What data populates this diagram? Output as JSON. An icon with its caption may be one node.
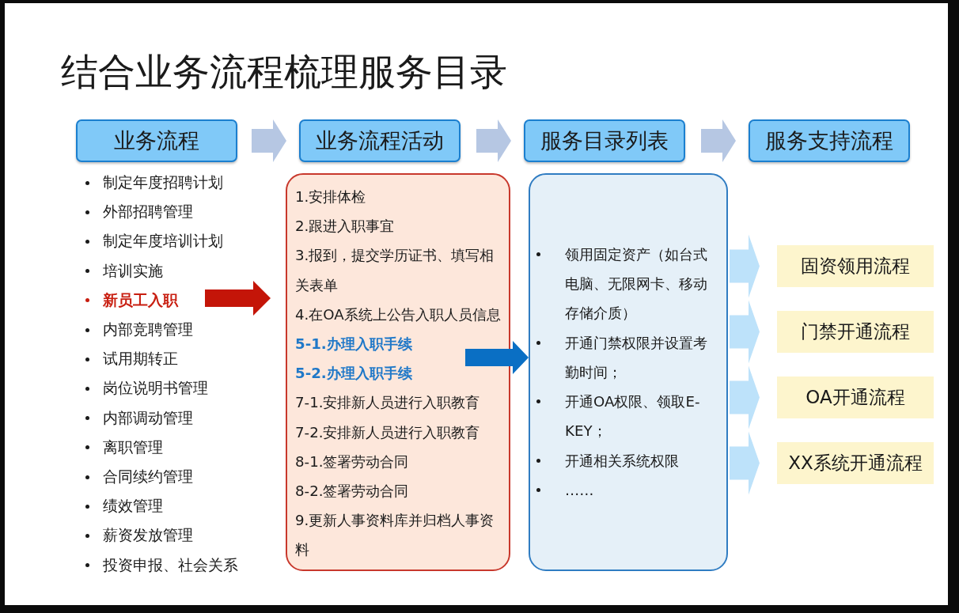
{
  "diagram": {
    "title": "结合业务流程梳理服务目录",
    "nodes": [
      {
        "text": [
          "业务流程"
        ]
      },
      {
        "text": [
          "业务流程活动"
        ]
      },
      {
        "text": [
          "服务目录列表"
        ]
      },
      {
        "text": [
          "服务支持流程"
        ]
      },
      {
        "text": [
          "新员工入职"
        ]
      },
      {
        "text": [
          "1.安排体检",
          "2.跟进入职事宜",
          "3.报到，提交学历证书、填写相关表单",
          "4.在OA系统上公告入职人员信息",
          "5-1.办理入职手续",
          "5-2.办理入职手续",
          "7-1.安排新人员进行入职教育",
          "7-2.安排新人员进行入职教育",
          "8-1.签署劳动合同",
          "8-2.签署劳动合同",
          "9.更新人事资料库并归档人事资料"
        ]
      },
      {
        "text": [
          "领用固定资产（如台式电脑、无限网卡、移动存储介质）",
          "开通门禁权限并设置考勤时间；",
          "开通OA权限、领取E-KEY；",
          "开通相关系统权限",
          "……"
        ]
      },
      {
        "text": [
          "固资领用流程"
        ]
      },
      {
        "text": [
          "门禁开通流程"
        ]
      },
      {
        "text": [
          "OA开通流程"
        ]
      },
      {
        "text": [
          "XX系统开通流程"
        ]
      }
    ],
    "edges": [
      {
        "from": 0,
        "to": 1,
        "arrow": "to",
        "style": "thick",
        "color": "#b6c7e3"
      },
      {
        "from": 1,
        "to": 2,
        "arrow": "to",
        "style": "thick",
        "color": "#b6c7e3"
      },
      {
        "from": 2,
        "to": 3,
        "arrow": "to",
        "style": "thick",
        "color": "#b6c7e3"
      },
      {
        "from": 4,
        "to": 5,
        "arrow": "to",
        "style": "thick",
        "color": "#c41508"
      },
      {
        "from": 5,
        "to": 6,
        "arrow": "to",
        "style": "thick",
        "color": "#0a6fc4"
      },
      {
        "from": 6,
        "to": 7,
        "arrow": "to",
        "style": "thick"
      },
      {
        "from": 6,
        "to": 8,
        "arrow": "to",
        "style": "thick"
      },
      {
        "from": 6,
        "to": 9,
        "arrow": "to",
        "style": "thick"
      },
      {
        "from": 6,
        "to": 10,
        "arrow": "to",
        "style": "thick"
      }
    ],
    "labels": [
      "制定年度招聘计划",
      "外部招聘管理",
      "制定年度培训计划",
      "培训实施",
      "内部竞聘管理",
      "试用期转正",
      "岗位说明书管理",
      "内部调动管理",
      "离职管理",
      "合同续约管理",
      "绩效管理",
      "薪资发放管理",
      "投资申报、社会关系"
    ]
  }
}
